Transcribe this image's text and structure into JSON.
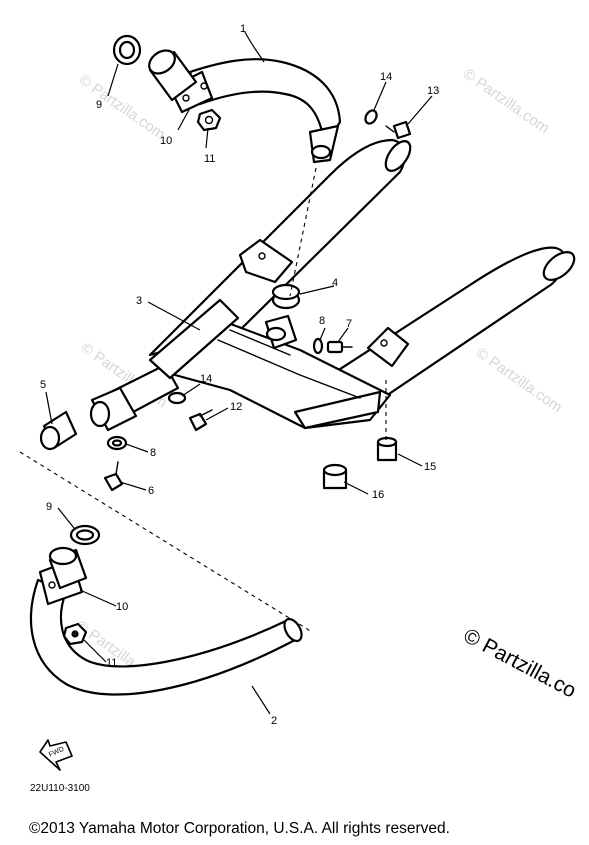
{
  "diagram": {
    "callouts": [
      "1",
      "2",
      "3",
      "4",
      "5",
      "6",
      "7",
      "8",
      "9",
      "10",
      "11",
      "12",
      "13",
      "14",
      "15",
      "16"
    ],
    "watermark": "© Partzilla.com",
    "watermark_large": "© Partzilla.co",
    "fwd_label": "FWD",
    "diagram_code": "22U110-3100"
  },
  "footer": {
    "copyright": "©2013  Yamaha Motor Corporation, U.S.A. All rights reserved."
  },
  "colors": {
    "line": "#000000",
    "background": "#ffffff",
    "watermark": "#d6d6d6"
  }
}
